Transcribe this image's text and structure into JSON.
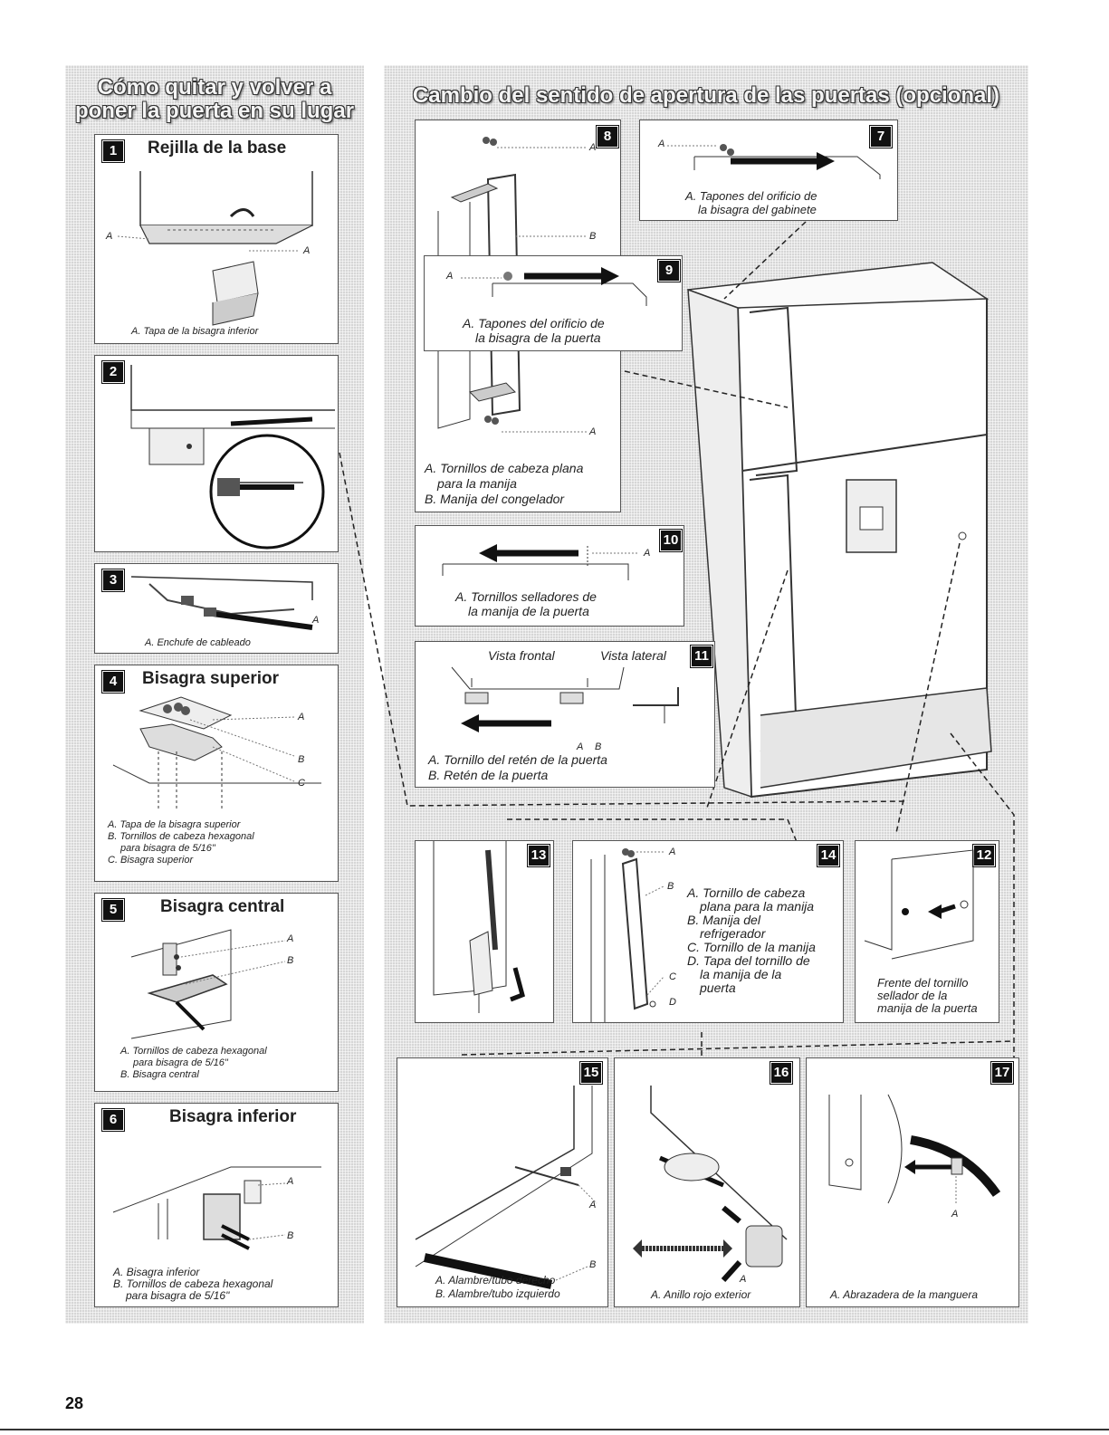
{
  "page_number": "28",
  "left": {
    "title_line1": "Cómo quitar y volver a",
    "title_line2": "poner la puerta en su lugar",
    "steps": [
      {
        "num": "1",
        "title": "Rejilla de la base",
        "labels": [
          "A",
          "A"
        ],
        "caption": [
          "A. Tapa de la bisagra inferior"
        ]
      },
      {
        "num": "2",
        "title": "",
        "labels": [],
        "caption": []
      },
      {
        "num": "3",
        "title": "",
        "labels": [
          "A"
        ],
        "caption": [
          "A. Enchufe de cableado"
        ]
      },
      {
        "num": "4",
        "title": "Bisagra superior",
        "labels": [
          "A",
          "B",
          "C"
        ],
        "caption": [
          "A. Tapa de la bisagra superior",
          "B. Tornillos de cabeza hexagonal",
          "para bisagra de 5/16\"",
          "C. Bisagra superior"
        ]
      },
      {
        "num": "5",
        "title": "Bisagra central",
        "labels": [
          "A",
          "B"
        ],
        "caption": [
          "A. Tornillos de cabeza hexagonal",
          "para bisagra de 5/16\"",
          "B. Bisagra central"
        ]
      },
      {
        "num": "6",
        "title": "Bisagra inferior",
        "labels": [
          "A",
          "B"
        ],
        "caption": [
          "A. Bisagra inferior",
          "B. Tornillos de cabeza hexagonal",
          "para bisagra de 5/16\""
        ]
      }
    ]
  },
  "right": {
    "title": "Cambio del sentido de apertura de las puertas (opcional)",
    "s7": {
      "num": "7",
      "label": "A",
      "caption": [
        "A. Tapones del orificio de",
        "la bisagra del gabinete"
      ]
    },
    "s8": {
      "num": "8",
      "labels": [
        "A",
        "B",
        "A"
      ],
      "caption": [
        "A. Tornillos de cabeza plana",
        "para la manija",
        "B. Manija del congelador"
      ]
    },
    "s9": {
      "num": "9",
      "label": "A",
      "caption": [
        "A. Tapones del orificio de",
        "la bisagra de la puerta"
      ]
    },
    "s10": {
      "num": "10",
      "label": "A",
      "caption": [
        "A. Tornillos selladores de",
        "la manija de la puerta"
      ]
    },
    "s11": {
      "num": "11",
      "view_front": "Vista frontal",
      "view_side": "Vista lateral",
      "labels": [
        "A",
        "B"
      ],
      "caption": [
        "A. Tornillo del retén de la puerta",
        "B. Retén de la puerta"
      ]
    },
    "s12": {
      "num": "12",
      "caption": [
        "Frente del tornillo",
        "sellador de la",
        "manija de la puerta"
      ]
    },
    "s13": {
      "num": "13"
    },
    "s14": {
      "num": "14",
      "labels": [
        "A",
        "B",
        "C",
        "D"
      ],
      "caption": [
        "A. Tornillo de cabeza",
        "plana para la manija",
        "B. Manija del",
        "refrigerador",
        "C. Tornillo de la manija",
        "D. Tapa del tornillo de",
        "la manija de la",
        "puerta"
      ]
    },
    "s15": {
      "num": "15",
      "labels": [
        "A",
        "B"
      ],
      "caption": [
        "A. Alambre/tubo derecho",
        "B. Alambre/tubo izquierdo"
      ]
    },
    "s16": {
      "num": "16",
      "label": "A",
      "caption": [
        "A. Anillo rojo exterior"
      ]
    },
    "s17": {
      "num": "17",
      "label": "A",
      "caption": [
        "A. Abrazadera de la manguera"
      ]
    }
  }
}
